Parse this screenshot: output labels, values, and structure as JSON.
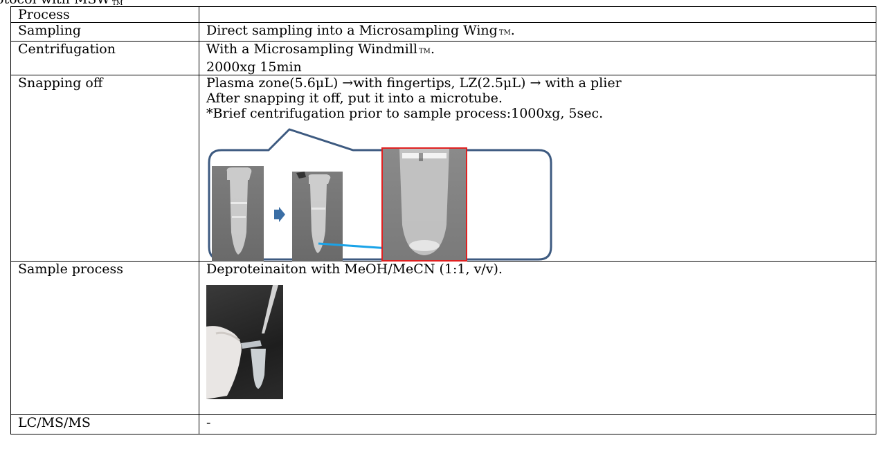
{
  "caption": {
    "text": "otocol with MSW",
    "tm": "TM"
  },
  "table": {
    "header": {
      "col1": "Process",
      "col2": ""
    },
    "rows": [
      {
        "process": "Sampling",
        "lines": [
          "Direct sampling into a Microsampling Wing"
        ],
        "tm_suffix": "TM",
        "tm_after": "."
      },
      {
        "process": "Centrifugation",
        "lines": [
          "With a Microsampling Windmill",
          "2000xg 15min"
        ],
        "tm_suffix": "TM",
        "tm_after": "."
      },
      {
        "process": "Snapping off",
        "lines": [
          "Plasma zone(5.6μL) →with fingertips, LZ(2.5μL) → with a plier",
          "After snapping it off, put it into a microtube.",
          "*Brief centrifugation prior to sample process:1000xg, 5sec."
        ]
      },
      {
        "process": "Sample process",
        "lines": [
          "Deproteinaiton with MeOH/MeCN (1:1, v/v)."
        ]
      },
      {
        "process": "LC/MS/MS",
        "lines": [
          "-"
        ]
      }
    ]
  },
  "colors": {
    "callout_border": "#3d5a80",
    "arrow_play": "#3a6ea5",
    "arrow_line": "#1aa3e8",
    "highlight_border": "#e02020"
  },
  "figures": {
    "snapping": [
      "tube-photo-before",
      "right-arrow-icon",
      "tube-photo-after",
      "tube-closeup-photo"
    ],
    "process": [
      "pipette-photo"
    ]
  }
}
